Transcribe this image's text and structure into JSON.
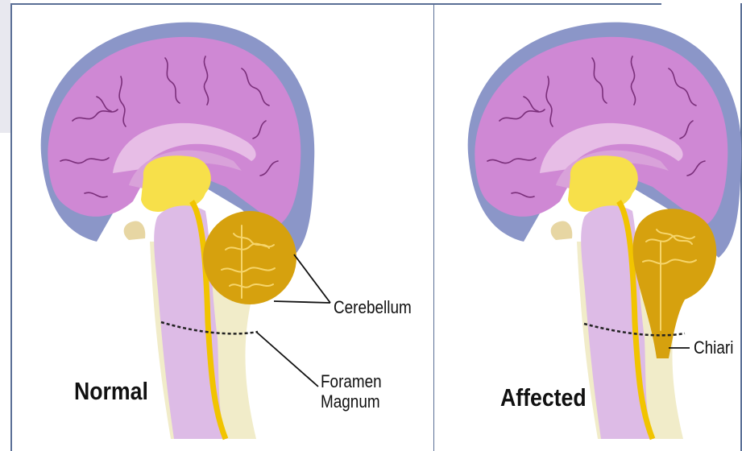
{
  "panels": {
    "normal": {
      "title": "Normal"
    },
    "affected": {
      "title": "Affected"
    }
  },
  "labels": {
    "cerebellum": "Cerebellum",
    "foramen_line1": "Foramen",
    "foramen_line2": "Magnum",
    "chiari": "Chiari"
  },
  "colors": {
    "skull": "#8b96c8",
    "brain": "#cf88d4",
    "inner": "#e7bde6",
    "brainstem": "#ddbbe6",
    "thalamus": "#f7e04a",
    "cerebellum": "#d6a10e",
    "fluid": "#f1ecc9",
    "frame": "#5a6f96"
  }
}
